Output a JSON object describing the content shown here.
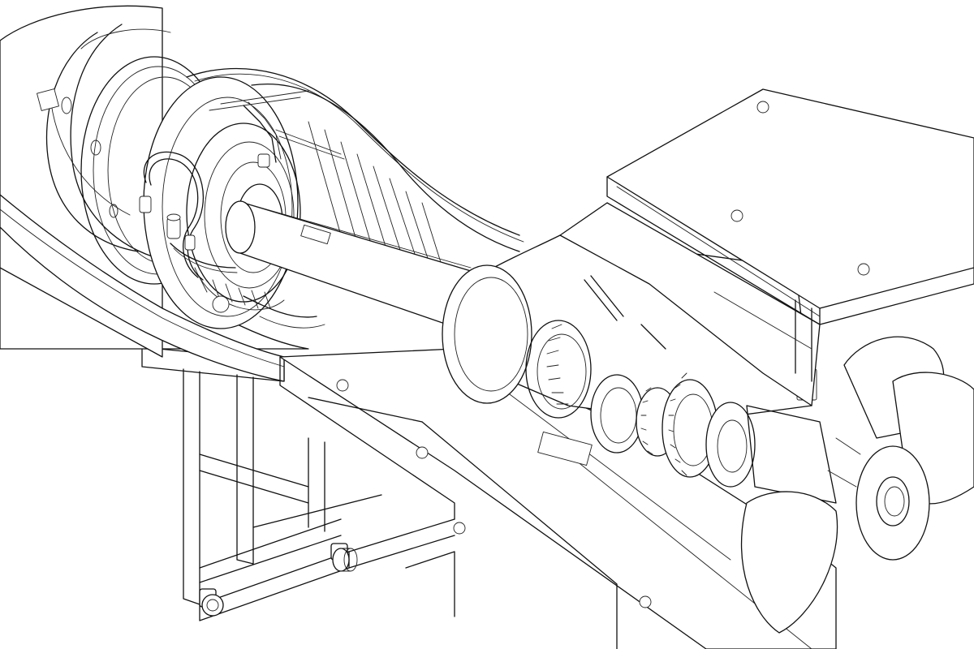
{
  "figure": {
    "kind": "line-art technical illustration",
    "stroke_color": "#111111",
    "background_color": "#ffffff",
    "components": [
      "engine-nacelle",
      "turbine-core",
      "drive-shaft",
      "gearbox",
      "reduction-gears",
      "propeller",
      "support-stand",
      "cover-panel",
      "mounting-rail"
    ]
  }
}
